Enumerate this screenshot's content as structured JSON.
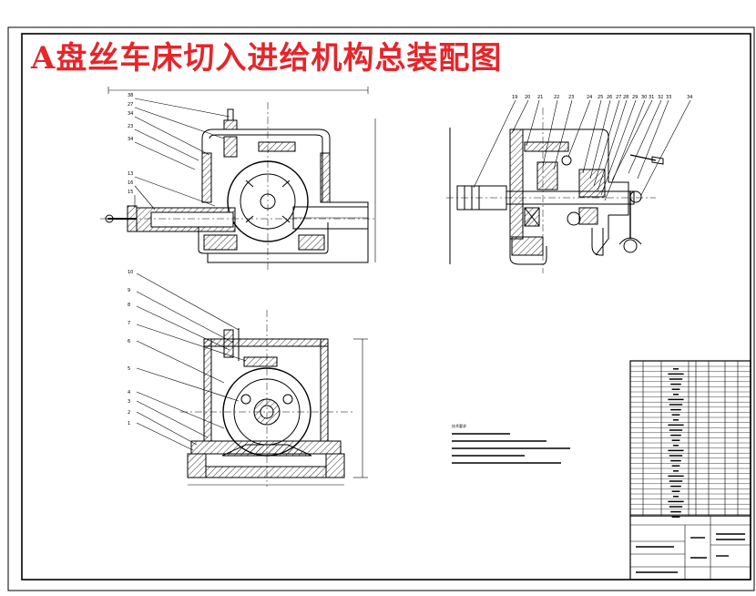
{
  "drawing": {
    "title": "A盘丝车床切入进给机构总装配图",
    "title_color": "#e5262a",
    "line_color": "#000000",
    "paper_color": "#ffffff"
  },
  "top_view": {
    "part_numbers": [
      "38",
      "27",
      "34",
      "23",
      "34",
      "13",
      "16",
      "15"
    ]
  },
  "side_view": {
    "part_numbers": [
      "19",
      "20",
      "21",
      "22",
      "23",
      "24",
      "25",
      "26",
      "27",
      "28",
      "29",
      "30",
      "31",
      "32",
      "33",
      "34"
    ]
  },
  "front_view": {
    "part_numbers": [
      "10",
      "9",
      "8",
      "7",
      "6",
      "5",
      "4",
      "3",
      "2",
      "1"
    ]
  },
  "technical_notes": {
    "heading": "技术要求"
  }
}
